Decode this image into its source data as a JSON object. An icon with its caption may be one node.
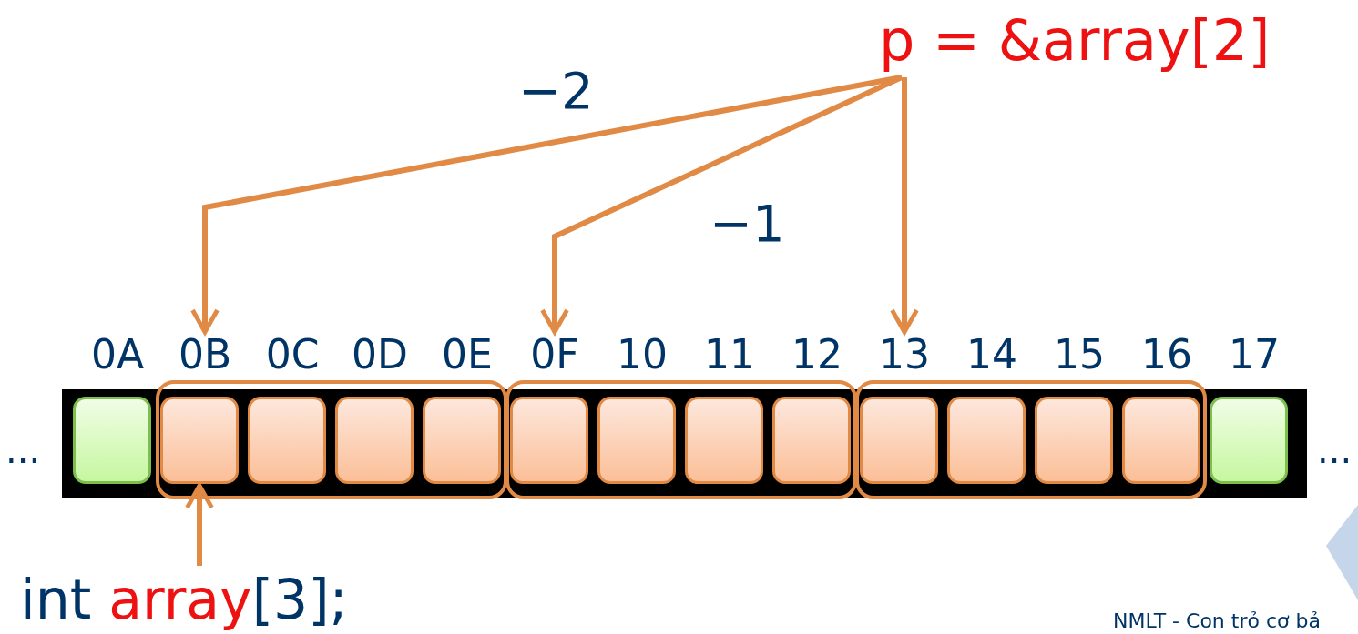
{
  "diagram": {
    "nodes": [
      {
        "text": [
          "p = &array[2]"
        ]
      },
      {
        "text": [
          "0A"
        ]
      },
      {
        "text": [
          "0B"
        ]
      },
      {
        "text": [
          "0C"
        ]
      },
      {
        "text": [
          "0D"
        ]
      },
      {
        "text": [
          "0E"
        ]
      },
      {
        "text": [
          "0F"
        ]
      },
      {
        "text": [
          "10"
        ]
      },
      {
        "text": [
          "11"
        ]
      },
      {
        "text": [
          "12"
        ]
      },
      {
        "text": [
          "13"
        ]
      },
      {
        "text": [
          "14"
        ]
      },
      {
        "text": [
          "15"
        ]
      },
      {
        "text": [
          "16"
        ]
      },
      {
        "text": [
          "17"
        ]
      },
      {
        "text": [],
        "shape": "box"
      },
      {
        "text": [],
        "shape": "box"
      },
      {
        "text": [],
        "shape": "box",
        "in": 16
      },
      {
        "text": [],
        "shape": "box",
        "in": 16
      },
      {
        "text": [],
        "shape": "box",
        "in": 16
      },
      {
        "text": [],
        "shape": "box",
        "in": 16
      },
      {
        "text": [],
        "shape": "box"
      },
      {
        "text": [],
        "shape": "box",
        "in": 21
      },
      {
        "text": [],
        "shape": "box",
        "in": 21
      },
      {
        "text": [],
        "shape": "box",
        "in": 21
      },
      {
        "text": [],
        "shape": "box",
        "in": 21
      },
      {
        "text": [],
        "shape": "box"
      },
      {
        "text": [],
        "shape": "box",
        "in": 26
      },
      {
        "text": [],
        "shape": "box",
        "in": 26
      },
      {
        "text": [],
        "shape": "box",
        "in": 26
      },
      {
        "text": [],
        "shape": "box",
        "in": 26
      },
      {
        "text": [],
        "shape": "box"
      },
      {
        "text": [
          "int array[3];"
        ]
      }
    ],
    "edges": [
      {
        "from": 0,
        "to": 2,
        "arrow": "to",
        "label": "−2"
      },
      {
        "from": 0,
        "to": 6,
        "arrow": "to",
        "label": "−1"
      },
      {
        "from": 0,
        "to": 10,
        "arrow": "to"
      },
      {
        "from": 32,
        "to": 17,
        "arrow": "to"
      }
    ],
    "labels": [
      "...",
      "...",
      "NMLT - Con trỏ cơ bả"
    ]
  }
}
